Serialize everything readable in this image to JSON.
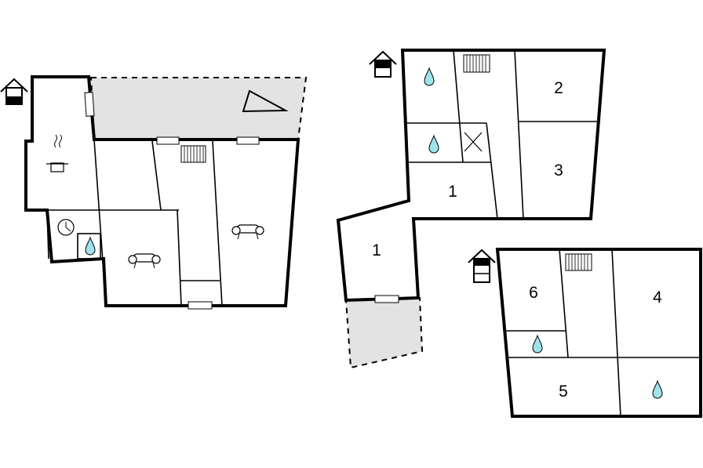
{
  "rooms": {
    "f2_bed_a": "1",
    "f2_bed_b": "1",
    "f2_room_2": "2",
    "f2_room_3": "3",
    "f3_room_4": "4",
    "f3_room_5": "5",
    "f3_room_6": "6"
  },
  "colors": {
    "wall": "#000000",
    "outdoor": "#e3e3e3",
    "water": "#9ee3ec"
  },
  "icons": {
    "floor": "house-floor-icon",
    "bath": "water-drop-icon",
    "heater": "radiator-icon",
    "sofa": "sofa-icon",
    "kitchen": "cooking-pot-icon",
    "boiler": "clock-icon",
    "stairs": "x-mark-icon"
  }
}
